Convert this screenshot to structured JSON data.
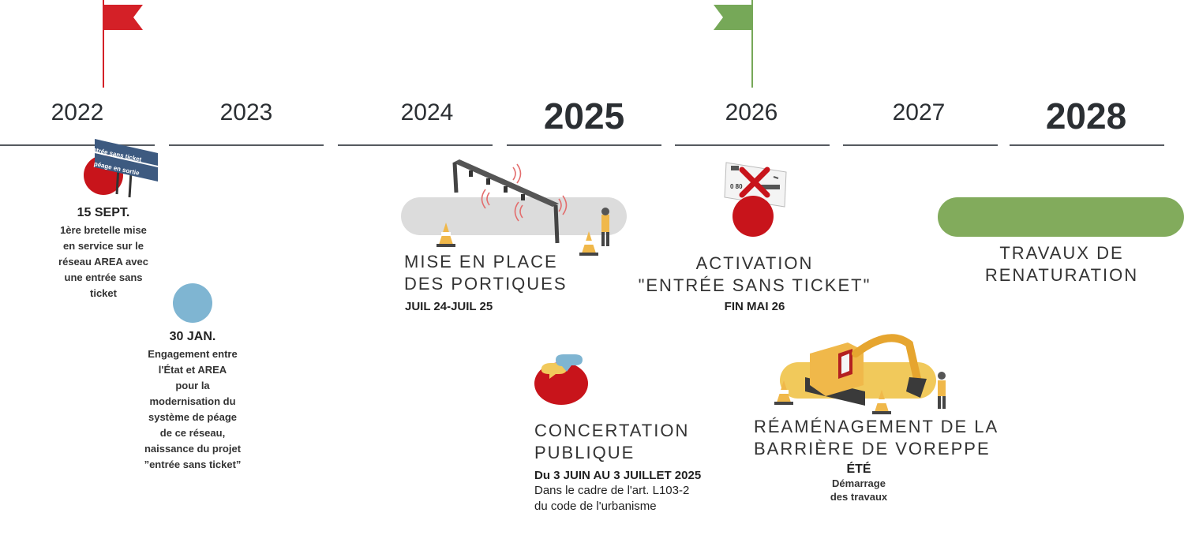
{
  "years": [
    "2022",
    "2023",
    "2024",
    "2025",
    "2026",
    "2027",
    "2028"
  ],
  "flags": [
    {
      "year": "2022",
      "color": "#d42027"
    },
    {
      "year": "2026",
      "color": "#76a858"
    }
  ],
  "colors": {
    "red": "#c8141b",
    "blue": "#7fb5d2",
    "grey": "#dcdcdc",
    "green": "#82ab5c",
    "yellow": "#f1c95b",
    "line": "#555a60"
  },
  "events": {
    "sept_2022": {
      "sign_line1": "entrée sans ticket",
      "sign_line2": "péage en sortie",
      "date": "15 SEPT.",
      "desc_lines": [
        "1ère bretelle mise",
        "en service sur le",
        "réseau AREA avec",
        "une entrée sans",
        "ticket"
      ]
    },
    "jan_2023": {
      "date": "30 JAN.",
      "desc_lines": [
        "Engagement entre",
        "l'État et AREA",
        "pour la",
        "modernisation du",
        "système de péage",
        "de ce réseau,",
        "naissance du projet",
        "”entrée sans ticket”"
      ]
    },
    "portiques": {
      "title_lines": [
        "MISE EN PLACE",
        "DES PORTIQUES"
      ],
      "date": "JUIL 24-JUIL 25"
    },
    "concertation": {
      "title_lines": [
        "CONCERTATION",
        "PUBLIQUE"
      ],
      "date": "Du 3 JUIN AU 3 JUILLET 2025",
      "desc_lines": [
        "Dans le cadre de l'art.  L103-2",
        "du code de l'urbanisme"
      ]
    },
    "activation": {
      "title_lines": [
        "ACTIVATION",
        "\"ENTRÉE SANS TICKET\""
      ],
      "date": "FIN MAI 26",
      "ticket_text": "0 80"
    },
    "reamenagement": {
      "title_lines": [
        "RÉAMÉNAGEMENT DE LA",
        "BARRIÈRE DE VOREPPE"
      ],
      "date": "ÉTÉ",
      "desc_lines": [
        "Démarrage",
        "des travaux"
      ]
    },
    "renaturation": {
      "title_lines": [
        "TRAVAUX DE",
        "RENATURATION"
      ]
    }
  }
}
